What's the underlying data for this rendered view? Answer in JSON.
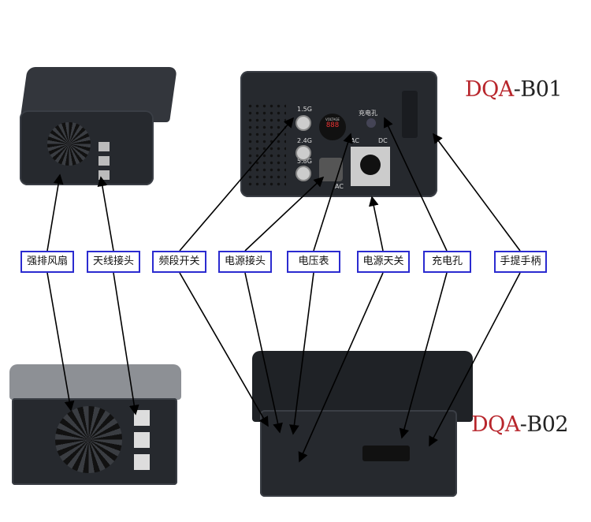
{
  "models": {
    "b01": {
      "prefix": "DQA",
      "suffix": "-B01"
    },
    "b02": {
      "prefix": "DQA",
      "suffix": "-B02"
    }
  },
  "labels": [
    "强排风扇",
    "天线接头",
    "频段开关",
    "电源接头",
    "电压表",
    "电源天关",
    "充电孔",
    "手提手柄"
  ],
  "panel": {
    "bands": [
      "1.5G",
      "2.4G",
      "5.8G"
    ],
    "voltmeter_text": "VOLTAGE",
    "voltmeter_value": "888",
    "ac": "AC",
    "dc": "DC",
    "charge_port": "充电孔"
  },
  "colors": {
    "label_border": "#2b2bd0",
    "title_red": "#b8262c",
    "case": "#26292e"
  }
}
